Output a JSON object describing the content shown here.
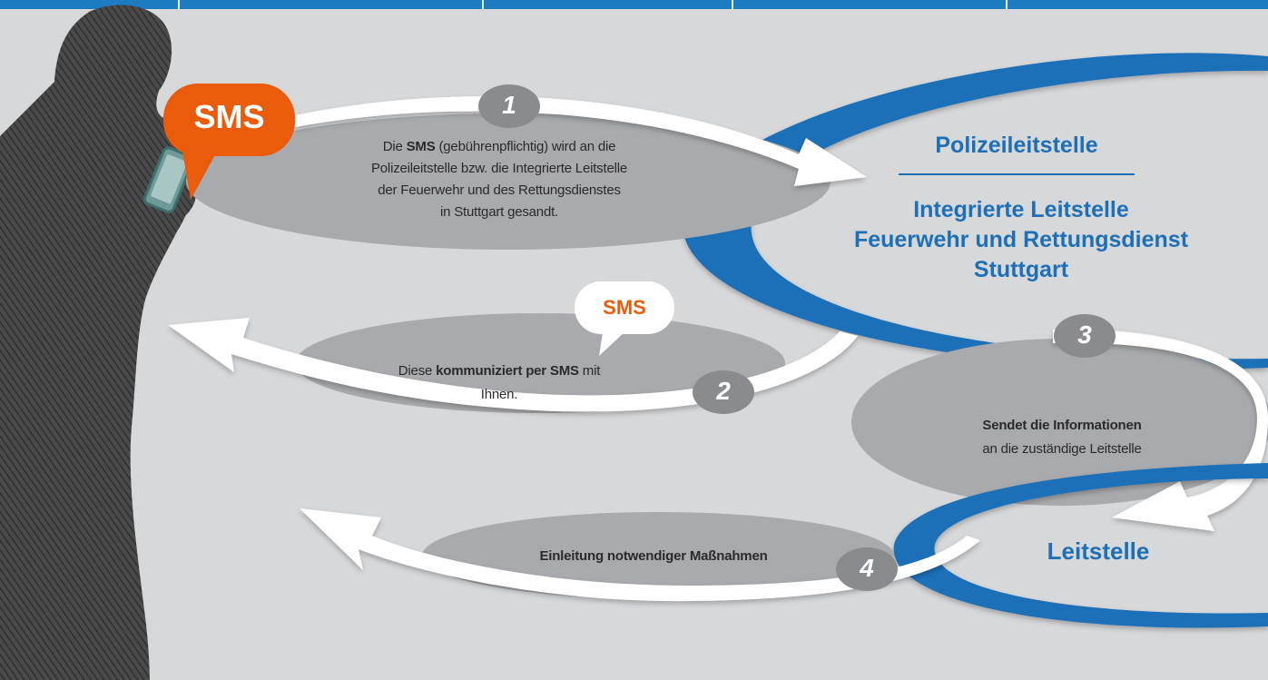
{
  "colors": {
    "background": "#d7d8da",
    "accent_blue": "#1d6fb8",
    "sms_orange": "#ea5b0c",
    "ellipse_gray": "#a9aaad",
    "badge_gray": "#8a8b8e"
  },
  "sms_bubble_large": {
    "label": "SMS"
  },
  "sms_bubble_small": {
    "label": "SMS"
  },
  "steps": [
    {
      "number": "1",
      "text_parts": [
        "Die ",
        "SMS",
        " (gebührenpflichtig) wird an die",
        "Polizeileitstelle bzw. die Integrierte Leitstelle",
        "der Feuerwehr und des Rettungsdienstes",
        "in Stuttgart gesandt."
      ]
    },
    {
      "number": "2",
      "text_parts": [
        "Diese ",
        "kommuniziert per SMS",
        " mit",
        "Ihnen."
      ]
    },
    {
      "number": "3",
      "text_parts": [
        "Sendet die Informationen",
        "an die zuständige Leitstelle"
      ]
    },
    {
      "number": "4",
      "text_parts": [
        "Einleitung notwendiger Maßnahmen"
      ]
    }
  ],
  "main_center": {
    "title": "Polizeileitstelle",
    "subtitle_line1": "Integrierte Leitstelle",
    "subtitle_line2": "Feuerwehr  und Rettungsdienst",
    "subtitle_line3": "Stuttgart"
  },
  "local_center": {
    "title": "Leitstelle"
  },
  "icons": [
    "person-silhouette-icon",
    "phone-icon",
    "arrow-icon"
  ]
}
